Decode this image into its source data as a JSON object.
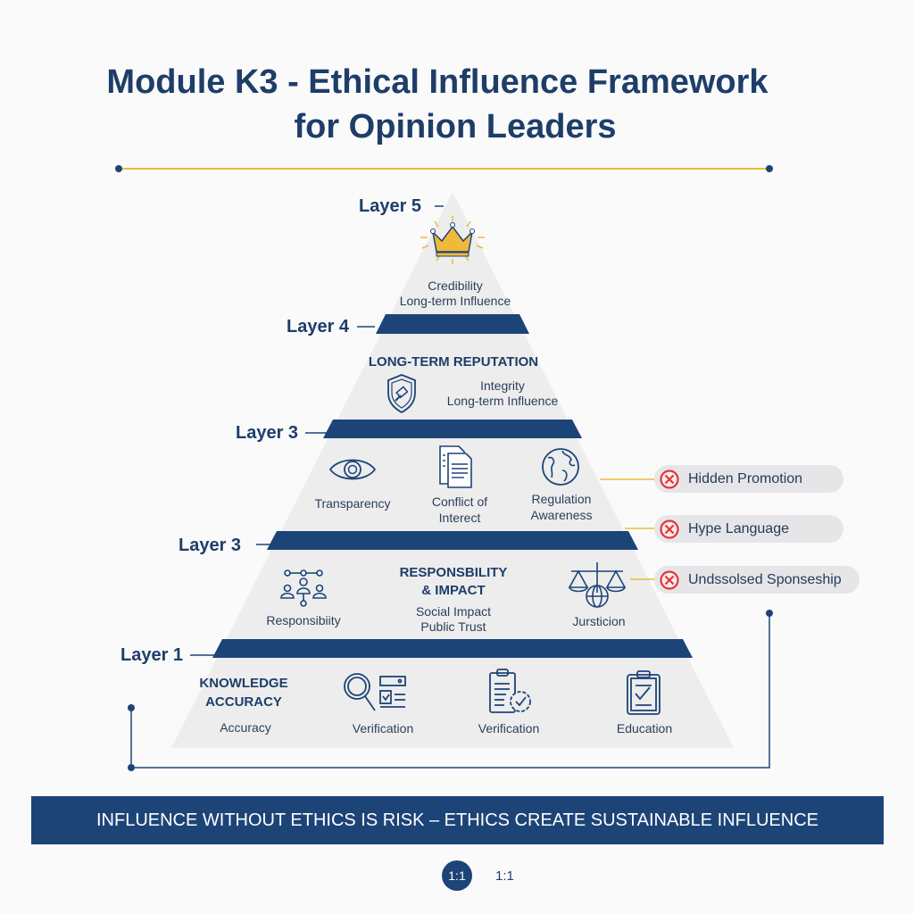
{
  "title": {
    "line1": "Module K3 - Ethical Influence Framework",
    "line2": "for Opinion Leaders"
  },
  "layers": {
    "l5": {
      "label": "Layer 5",
      "text1": "Credibility",
      "text2": "Long-term Influence",
      "icon": "crown-icon"
    },
    "l4": {
      "label": "Layer 4",
      "heading": "LONG-TERM REPUTATION",
      "text1": "Integrity",
      "text2": "Long-term Influence",
      "icon": "shield-gavel-icon"
    },
    "l3a": {
      "label": "Layer 3",
      "items": [
        {
          "label1": "Transparency",
          "label2": "",
          "icon": "eye-icon"
        },
        {
          "label1": "Conflict of",
          "label2": "Interect",
          "icon": "document-icon"
        },
        {
          "label1": "Regulation",
          "label2": "Awareness",
          "icon": "globe-icon"
        }
      ]
    },
    "l3b": {
      "label": "Layer 3",
      "heading1": "RESPONSBILITY",
      "heading2": "& IMPACT",
      "text1": "Social Impact",
      "text2": "Public Trust",
      "items": [
        {
          "label": "Responsibiity",
          "icon": "network-people-icon"
        },
        {
          "label": "Jursticion",
          "icon": "scales-globe-icon"
        }
      ]
    },
    "l1": {
      "label": "Layer 1",
      "heading1": "KNOWLEDGE",
      "heading2": "ACCURACY",
      "sub": "Accuracy",
      "items": [
        {
          "label": "Verification",
          "icon": "magnifier-icon"
        },
        {
          "label": "Verification",
          "icon": "clipboard-gear-icon"
        },
        {
          "label": "Education",
          "icon": "clipboard-check-icon"
        }
      ]
    }
  },
  "risks": [
    "Hidden Promotion",
    "Hype Language",
    "Undssolsed Sponseship"
  ],
  "banner": "INFLUENCE WITHOUT ETHICS IS RISK – ETHICS CREATE SUSTAINABLE INFLUENCE",
  "footer": {
    "badge": "1:1",
    "text": "1:1"
  },
  "colors": {
    "navy": "#1d4477",
    "gold": "#f0b93a",
    "red": "#e0363a",
    "pyramid": "#ededed"
  }
}
